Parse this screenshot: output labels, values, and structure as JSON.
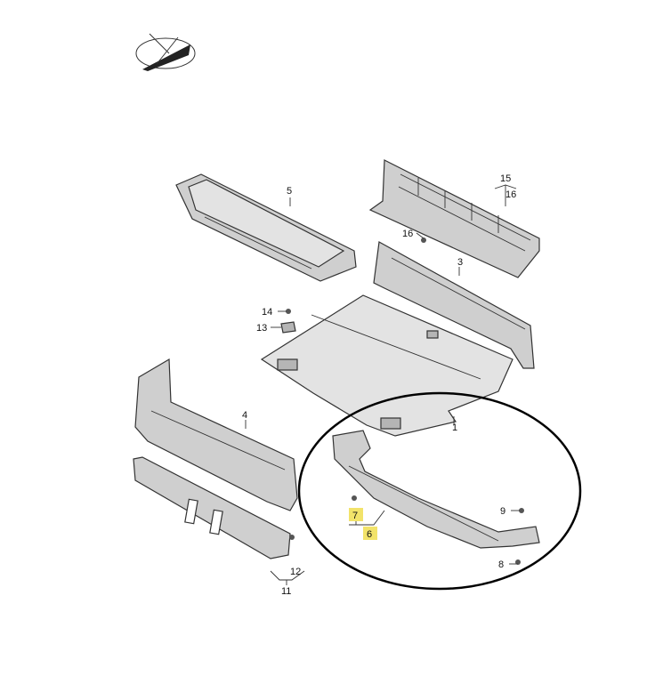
{
  "callouts": {
    "p1": "1",
    "p3": "3",
    "p4": "4",
    "p5": "5",
    "p6": "6",
    "p7": "7",
    "p8": "8",
    "p9": "9",
    "p11": "11",
    "p12": "12",
    "p13": "13",
    "p14": "14",
    "p15": "15",
    "p16a": "16",
    "p16b": "16"
  },
  "highlighted_callouts": [
    "6",
    "7"
  ],
  "colors": {
    "highlight": "#f2e36a",
    "part_fill": "#cfcfcf",
    "outline": "#333333"
  }
}
